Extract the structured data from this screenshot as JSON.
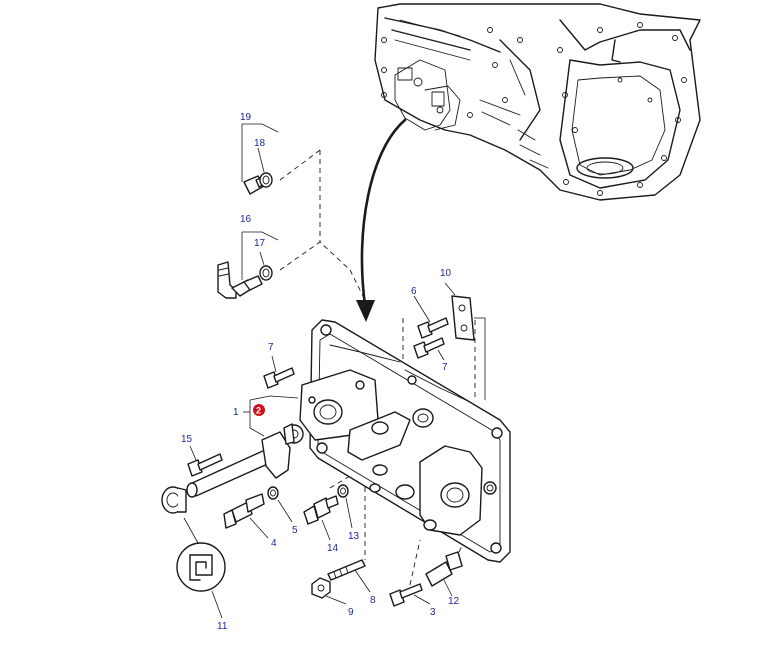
{
  "diagram": {
    "callouts": [
      "1",
      "2",
      "3",
      "4",
      "5",
      "6",
      "7",
      "7",
      "8",
      "9",
      "10",
      "11",
      "12",
      "13",
      "14",
      "15",
      "16",
      "17",
      "18",
      "19"
    ],
    "highlighted_callout": "2",
    "colors": {
      "line": "#1a1a1a",
      "callout_text": "#1c2a9c",
      "highlight_badge": "#d0101a",
      "background": "#ffffff"
    },
    "icons": [
      "transmission-housing-illustration",
      "manual-reference-symbol"
    ]
  }
}
